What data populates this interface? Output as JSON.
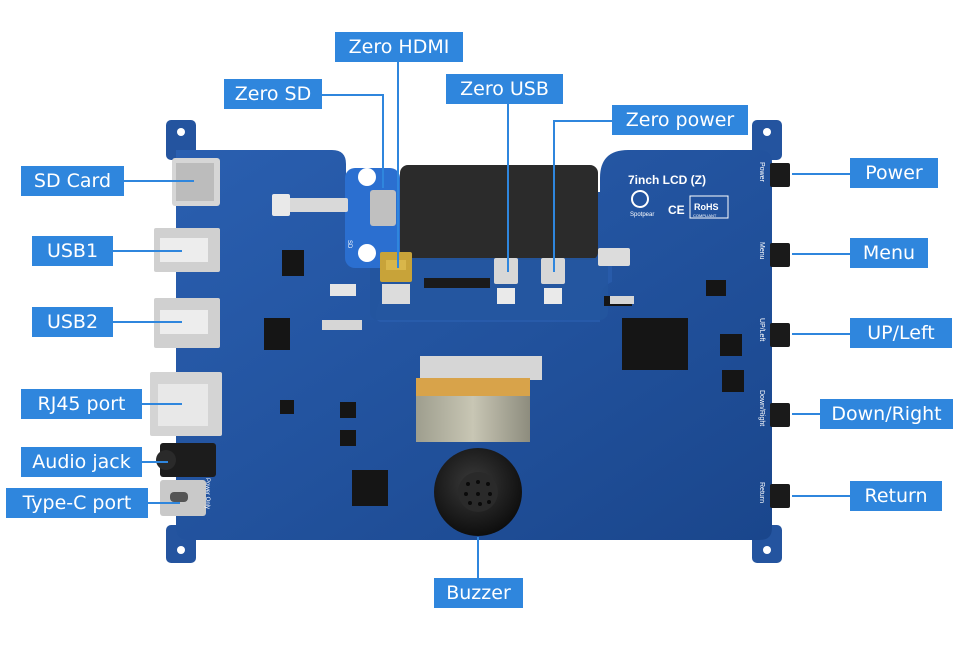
{
  "labels": {
    "zero_hdmi": "Zero HDMI",
    "zero_sd": "Zero SD",
    "zero_usb": "Zero USB",
    "zero_power": "Zero power",
    "sd_card": "SD Card",
    "usb1": "USB1",
    "usb2": "USB2",
    "rj45_port": "RJ45 port",
    "audio_jack": "Audio jack",
    "type_c_port": "Type-C port",
    "buzzer": "Buzzer",
    "power": "Power",
    "menu": "Menu",
    "up_left": "UP/Left",
    "down_right": "Down/Right",
    "return": "Return"
  },
  "board": {
    "title": "7inch LCD (Z)",
    "brand": "Spotpear",
    "ce_mark": "CE",
    "rohs_mark": "RoHS",
    "rohs_sub": "COMPLIANT",
    "sd_silk": "SD",
    "power_only_silk": "Power Only",
    "buttons": [
      "Power",
      "Menu",
      "UP/Left",
      "Down/Right",
      "Return"
    ]
  },
  "colors": {
    "callout": "#2f86dd",
    "leader": "#2f86dd",
    "board": "#1f4f9c",
    "background": "#ffffff"
  }
}
